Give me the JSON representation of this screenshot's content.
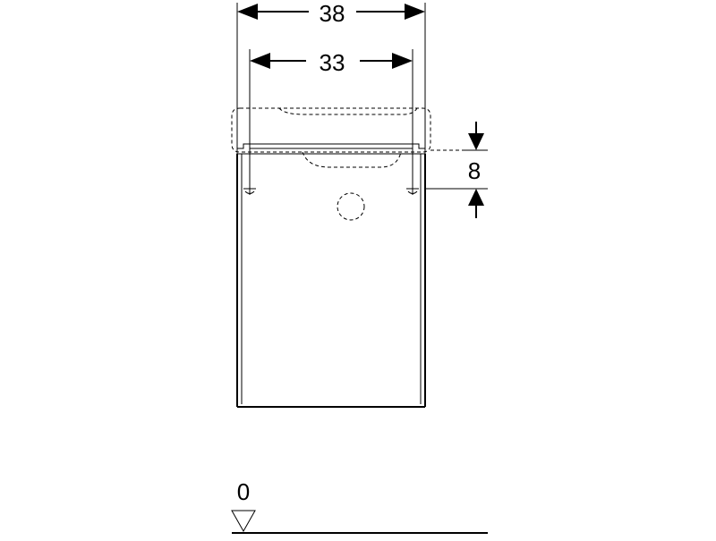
{
  "dimensions": {
    "outer_width": "38",
    "inner_width": "33",
    "drop": "8"
  },
  "floor": {
    "level": "0"
  }
}
